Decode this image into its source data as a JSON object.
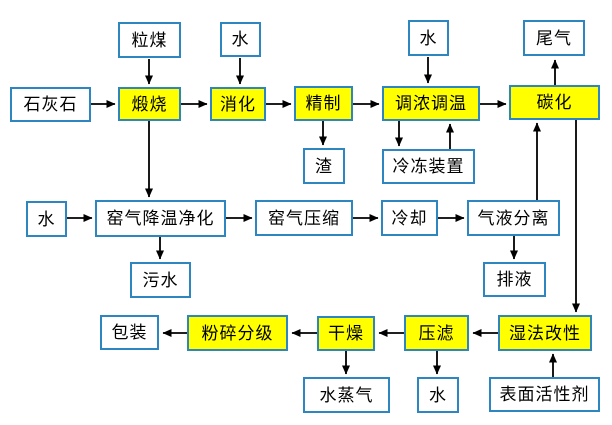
{
  "diagram": {
    "type": "flowchart",
    "colors": {
      "process_fill": "#FFFF00",
      "io_fill": "#FFFFFF",
      "box_border": "#2E86C1",
      "arrow": "#000000",
      "text": "#000000"
    }
  },
  "nodes": {
    "limestone": "石灰石",
    "coal": "粒煤",
    "water1": "水",
    "water2": "水",
    "tailgas": "尾气",
    "calcination": "煅烧",
    "digestion": "消化",
    "refining": "精制",
    "conditioning": "调浓调温",
    "carbonization": "碳化",
    "slag": "渣",
    "freezer": "冷冻装置",
    "water3": "水",
    "kilngas_purify": "窑气降温净化",
    "kilngas_compress": "窑气压缩",
    "cooling": "冷却",
    "gas_liquid": "气液分离",
    "sewage": "污水",
    "drain": "排液",
    "packaging": "包装",
    "crushing": "粉碎分级",
    "drying": "干燥",
    "press_filter": "压滤",
    "wet_mod": "湿法改性",
    "steam": "水蒸气",
    "water4": "水",
    "surfactant": "表面活性剂"
  },
  "edges": [
    {
      "from": "limestone",
      "to": "calcination"
    },
    {
      "from": "coal",
      "to": "calcination"
    },
    {
      "from": "water1",
      "to": "digestion"
    },
    {
      "from": "calcination",
      "to": "digestion"
    },
    {
      "from": "digestion",
      "to": "refining"
    },
    {
      "from": "refining",
      "to": "conditioning"
    },
    {
      "from": "water2",
      "to": "conditioning"
    },
    {
      "from": "conditioning",
      "to": "carbonization"
    },
    {
      "from": "carbonization",
      "to": "tailgas"
    },
    {
      "from": "refining",
      "to": "slag"
    },
    {
      "from": "conditioning",
      "to": "freezer"
    },
    {
      "from": "freezer",
      "to": "conditioning"
    },
    {
      "from": "calcination",
      "to": "kilngas_purify"
    },
    {
      "from": "water3",
      "to": "kilngas_purify"
    },
    {
      "from": "kilngas_purify",
      "to": "kilngas_compress"
    },
    {
      "from": "kilngas_compress",
      "to": "cooling"
    },
    {
      "from": "cooling",
      "to": "gas_liquid"
    },
    {
      "from": "kilngas_purify",
      "to": "sewage"
    },
    {
      "from": "gas_liquid",
      "to": "drain"
    },
    {
      "from": "gas_liquid",
      "to": "carbonization"
    },
    {
      "from": "carbonization",
      "to": "wet_mod"
    },
    {
      "from": "surfactant",
      "to": "wet_mod"
    },
    {
      "from": "wet_mod",
      "to": "press_filter"
    },
    {
      "from": "press_filter",
      "to": "drying"
    },
    {
      "from": "drying",
      "to": "crushing"
    },
    {
      "from": "crushing",
      "to": "packaging"
    },
    {
      "from": "drying",
      "to": "steam"
    },
    {
      "from": "press_filter",
      "to": "water4"
    }
  ]
}
